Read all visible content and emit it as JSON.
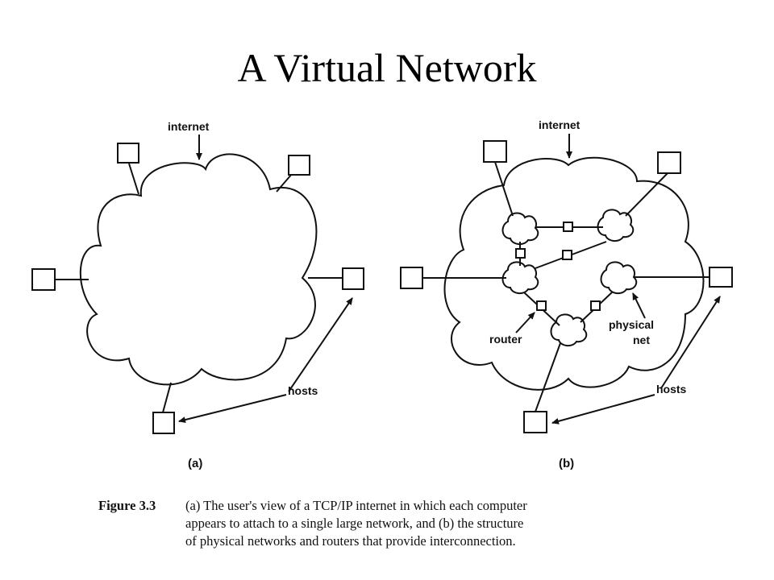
{
  "title": "A Virtual Network",
  "figure": {
    "panel_a": {
      "internet_label": "internet",
      "hosts_label": "hosts",
      "sub_label": "(a)"
    },
    "panel_b": {
      "internet_label": "internet",
      "hosts_label": "hosts",
      "router_label": "router",
      "physical_net_label_1": "physical",
      "physical_net_label_2": "net",
      "sub_label": "(b)"
    }
  },
  "caption": {
    "figure_number": "Figure 3.3",
    "line1": "(a) The user's view of a TCP/IP internet in which each computer",
    "line2": "appears to attach to a single large network, and (b) the structure",
    "line3": "of physical networks and routers that provide interconnection."
  }
}
